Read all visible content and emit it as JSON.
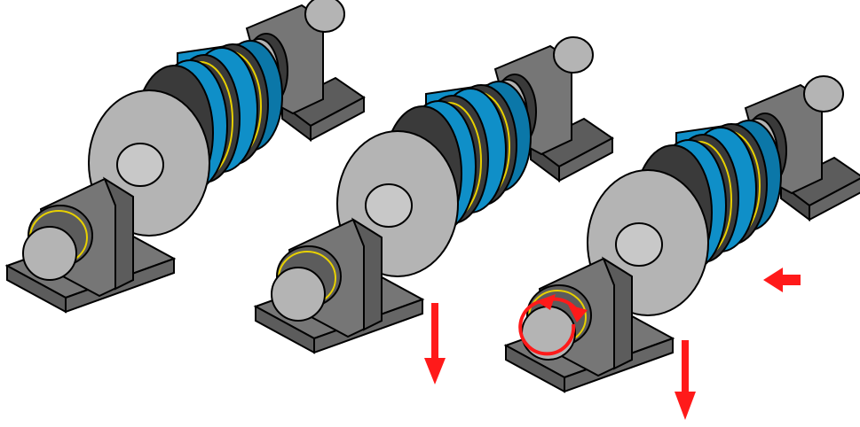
{
  "figure": {
    "description_text": "",
    "colors": {
      "housing": "#767676",
      "housing_dark": "#5c5c5c",
      "shaft_disc": "#b4b4b4",
      "shaft_disc_light": "#c8c8c8",
      "rotor_blue": "#0f8fc8",
      "rotor_blue_dark": "#0b77a8",
      "bearing_ring": "#e8d100",
      "ring_dark": "#3a3a3a",
      "force_arrow": "#ff1a1a",
      "outline": "#000000"
    },
    "panels": [
      {
        "name": "panel-1",
        "state": "unloaded"
      },
      {
        "name": "panel-2",
        "state": "radial-load"
      },
      {
        "name": "panel-3",
        "state": "radial-axial-moment-load"
      }
    ],
    "icons": [
      "down-arrow-icon",
      "left-arrow-icon",
      "rotation-arrow-icon"
    ]
  }
}
